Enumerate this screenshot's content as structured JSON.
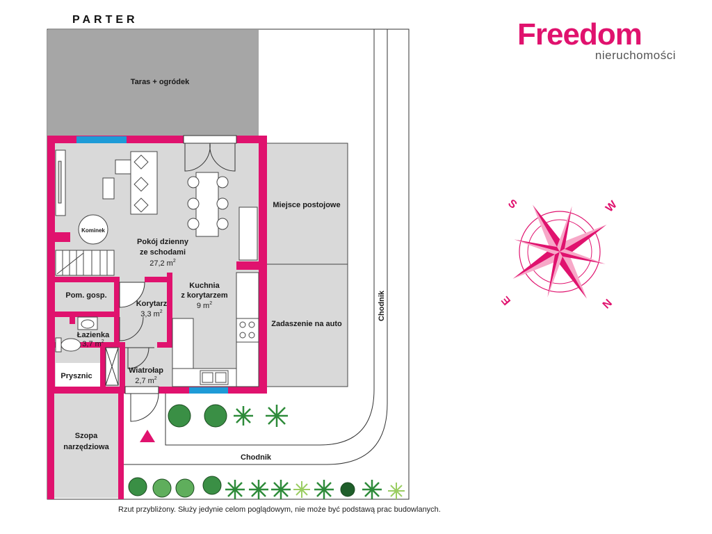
{
  "header": {
    "title": "PARTER"
  },
  "logo": {
    "brand": "Freedom",
    "sub": "nieruchomości"
  },
  "rooms": {
    "terrace": "Taras + ogródek",
    "living_line1": "Pokój dzienny",
    "living_line2": "ze schodami",
    "living_area": "27,2 m",
    "fireplace": "Kominek",
    "utility": "Pom. gosp.",
    "corridor": "Korytarz",
    "corridor_area": "3,3 m",
    "bathroom": "Łazienka",
    "bathroom_area": "3,7 m",
    "shower": "Prysznic",
    "vestibule": "Wiatrołap",
    "vestibule_area": "2,7 m",
    "kitchen_line1": "Kuchnia",
    "kitchen_line2": "z korytarzem",
    "kitchen_area": "9 m",
    "parking": "Miejsce postojowe",
    "carport": "Zadaszenie na auto",
    "shed_line1": "Szopa",
    "shed_line2": "narzędziowa",
    "sidewalk_h": "Chodnik",
    "sidewalk_v": "Chodnik",
    "sup": "2"
  },
  "compass": {
    "s": "S",
    "w": "W",
    "e": "E",
    "n": "N"
  },
  "footer": {
    "note": "Rzut przybliżony. Służy jedynie celom poglądowym, nie może być podstawą prac budowlanych."
  },
  "colors": {
    "wall": "#e0126e",
    "floor": "#d9d9d9",
    "terrace": "#a6a6a6",
    "window": "#1e9bd7"
  }
}
